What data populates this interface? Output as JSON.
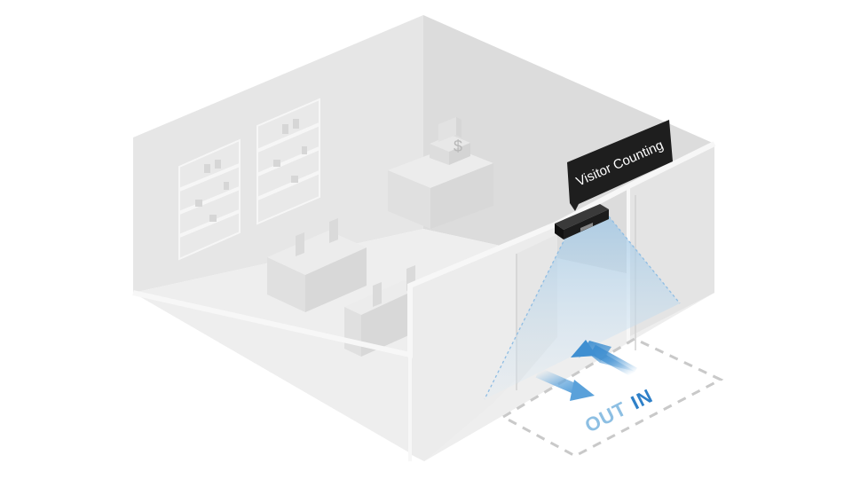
{
  "callout": {
    "label": "Visitor Counting"
  },
  "floor_labels": {
    "out": "OUT",
    "in": "IN"
  },
  "register": {
    "symbol": "$"
  },
  "colors": {
    "wall_light": "#ececec",
    "wall_mid": "#e4e4e4",
    "wall_dark": "#dedede",
    "floor": "#f1f1f1",
    "edge": "#f8f8f8",
    "sensor": "#1c1c1c",
    "callout_bg": "#1e1e1e",
    "beam": "#a9cde8",
    "arrow_in": "#3f8fd1",
    "arrow_out": "#7fb7e2",
    "dash": "#c9c9c9",
    "label_out": "#8dbfe3",
    "label_in": "#2f80c8"
  }
}
